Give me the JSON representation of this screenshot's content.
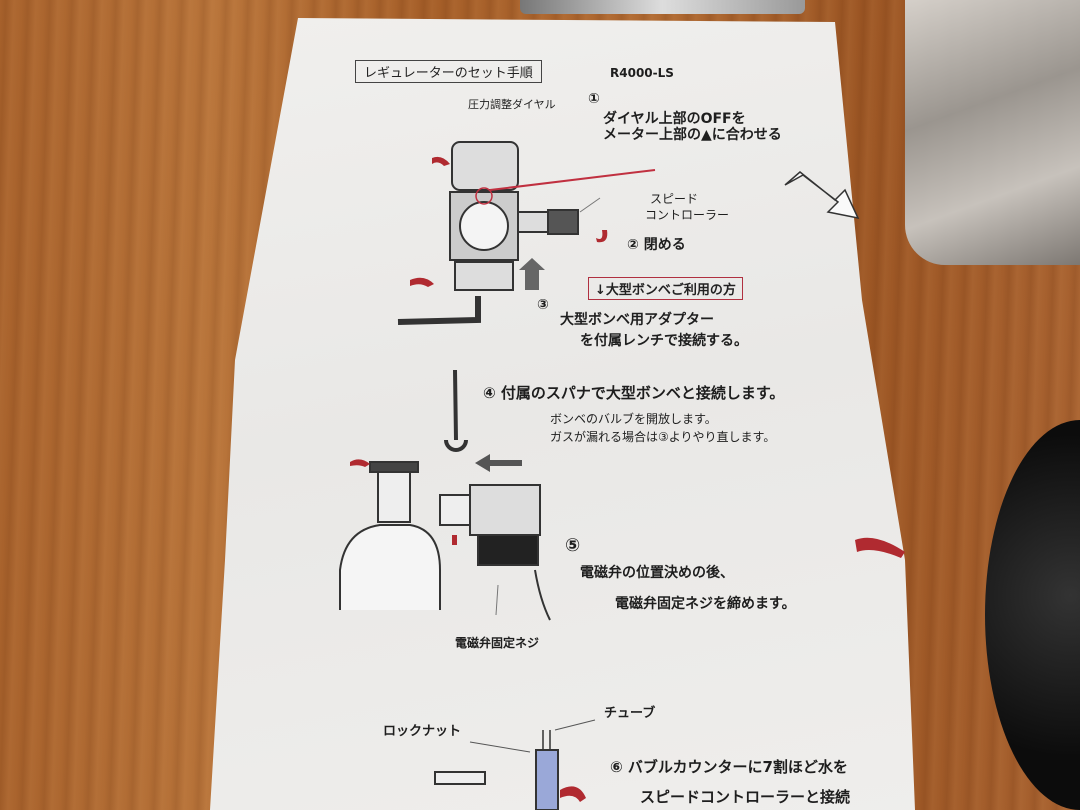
{
  "sheet": {
    "title": "レギュレーターのセット手順",
    "model": "R4000-LS",
    "label_dial": "圧力調整ダイヤル",
    "step1_num": "①",
    "step1_line1": "ダイヤル上部のOFFを",
    "step1_line2": "メーター上部の▲に合わせる",
    "label_speed1": "スピード",
    "label_speed2": "コントローラー",
    "step2": "② 閉める",
    "large_cylinder_note": "↓大型ボンベご利用の方",
    "step3_num": "③",
    "step3_line1": "大型ボンベ用アダプター",
    "step3_line2": "を付属レンチで接続する。",
    "step4_line1": "④ 付属のスパナで大型ボンベと接続します。",
    "step4_line2": "ボンベのバルブを開放します。",
    "step4_line3": "ガスが漏れる場合は③よりやり直します。",
    "step5_num": "⑤",
    "step5_line1": "電磁弁の位置決めの後、",
    "step5_line2": "電磁弁固定ネジを締めます。",
    "label_screw": "電磁弁固定ネジ",
    "label_tube": "チューブ",
    "label_locknut": "ロックナット",
    "step6_line1": "⑥ バブルカウンターに7割ほど水を",
    "step6_line2": "スピードコントローラーと接続"
  },
  "colors": {
    "wood": "#a8622c",
    "paper": "#eeedeb",
    "accent_red": "#b03040"
  }
}
